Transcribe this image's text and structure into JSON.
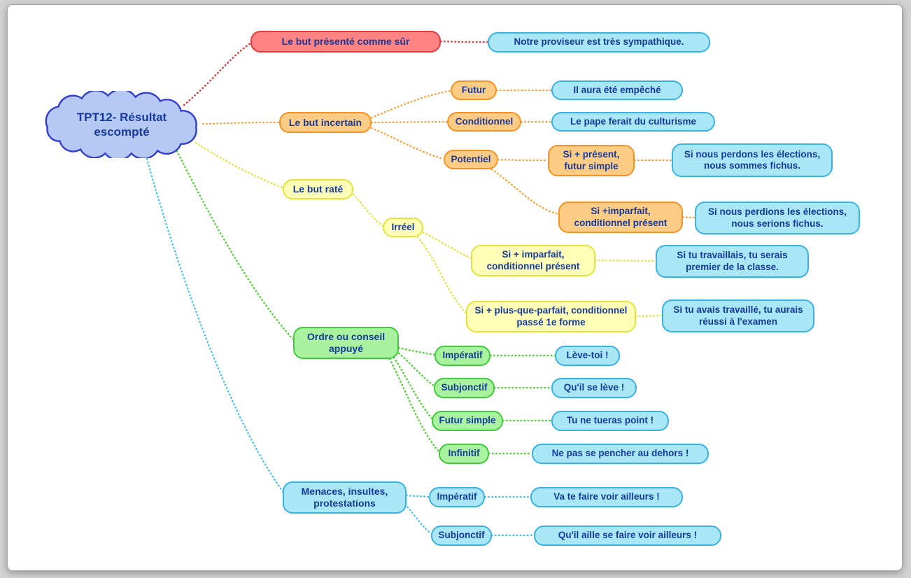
{
  "colors": {
    "text": "#153a9c",
    "root-fill": "#b6c9f4",
    "root-border": "#3340cf",
    "red-fill": "#ff8383",
    "red-border": "#e03c3c",
    "edge-red": "#e03c3c",
    "orange-fill": "#ffcc85",
    "orange-border": "#f59225",
    "edge-orange": "#f8a13c",
    "yellow-fill": "#ffffb8",
    "yellow-border": "#e3e23e",
    "edge-yellow": "#e3e23e",
    "green-fill": "#a9f2a0",
    "green-border": "#3fc93b",
    "edge-green": "#52d135",
    "cyan-fill": "#a9e7f7",
    "cyan-border": "#38b2e3",
    "edge-cyan": "#45c3ef"
  },
  "mindmap": {
    "root": {
      "label": "TPT12- Résultat escompté"
    },
    "branches": [
      {
        "label": "Le but présenté comme sûr",
        "example": "Notre proviseur est très sympathique."
      },
      {
        "label": "Le but incertain",
        "children": [
          {
            "label": "Futur",
            "example": "Il aura été empêché"
          },
          {
            "label": "Conditionnel",
            "example": "Le pape ferait du culturisme"
          },
          {
            "label": "Potentiel",
            "children": [
              {
                "label": "Si + présent, futur simple",
                "example": "Si nous perdons les élections, nous sommes fichus."
              },
              {
                "label": "Si +imparfait, conditionnel présent",
                "example": "Si nous perdions les élections, nous serions fichus."
              }
            ]
          }
        ]
      },
      {
        "label": "Le but raté",
        "children": [
          {
            "label": "Irréel",
            "children": [
              {
                "label": "Si + imparfait, conditionnel présent",
                "example": "Si tu travaillais, tu serais premier de la classe."
              },
              {
                "label": "Si + plus-que-parfait, conditionnel passé 1e forme",
                "example": "Si tu avais travaillé, tu aurais réussi à l'examen"
              }
            ]
          }
        ]
      },
      {
        "label": "Ordre ou conseil appuyé",
        "children": [
          {
            "label": "Impératif",
            "example": "Lève-toi !"
          },
          {
            "label": "Subjonctif",
            "example": "Qu'il se lève !"
          },
          {
            "label": "Futur simple",
            "example": "Tu ne tueras point !"
          },
          {
            "label": "Infinitif",
            "example": "Ne pas se pencher au dehors !"
          }
        ]
      },
      {
        "label": "Menaces, insultes, protestations",
        "children": [
          {
            "label": "Impératif",
            "example": "Va te faire voir ailleurs !"
          },
          {
            "label": "Subjonctif",
            "example": "Qu'il aille se faire voir ailleurs !"
          }
        ]
      }
    ]
  }
}
